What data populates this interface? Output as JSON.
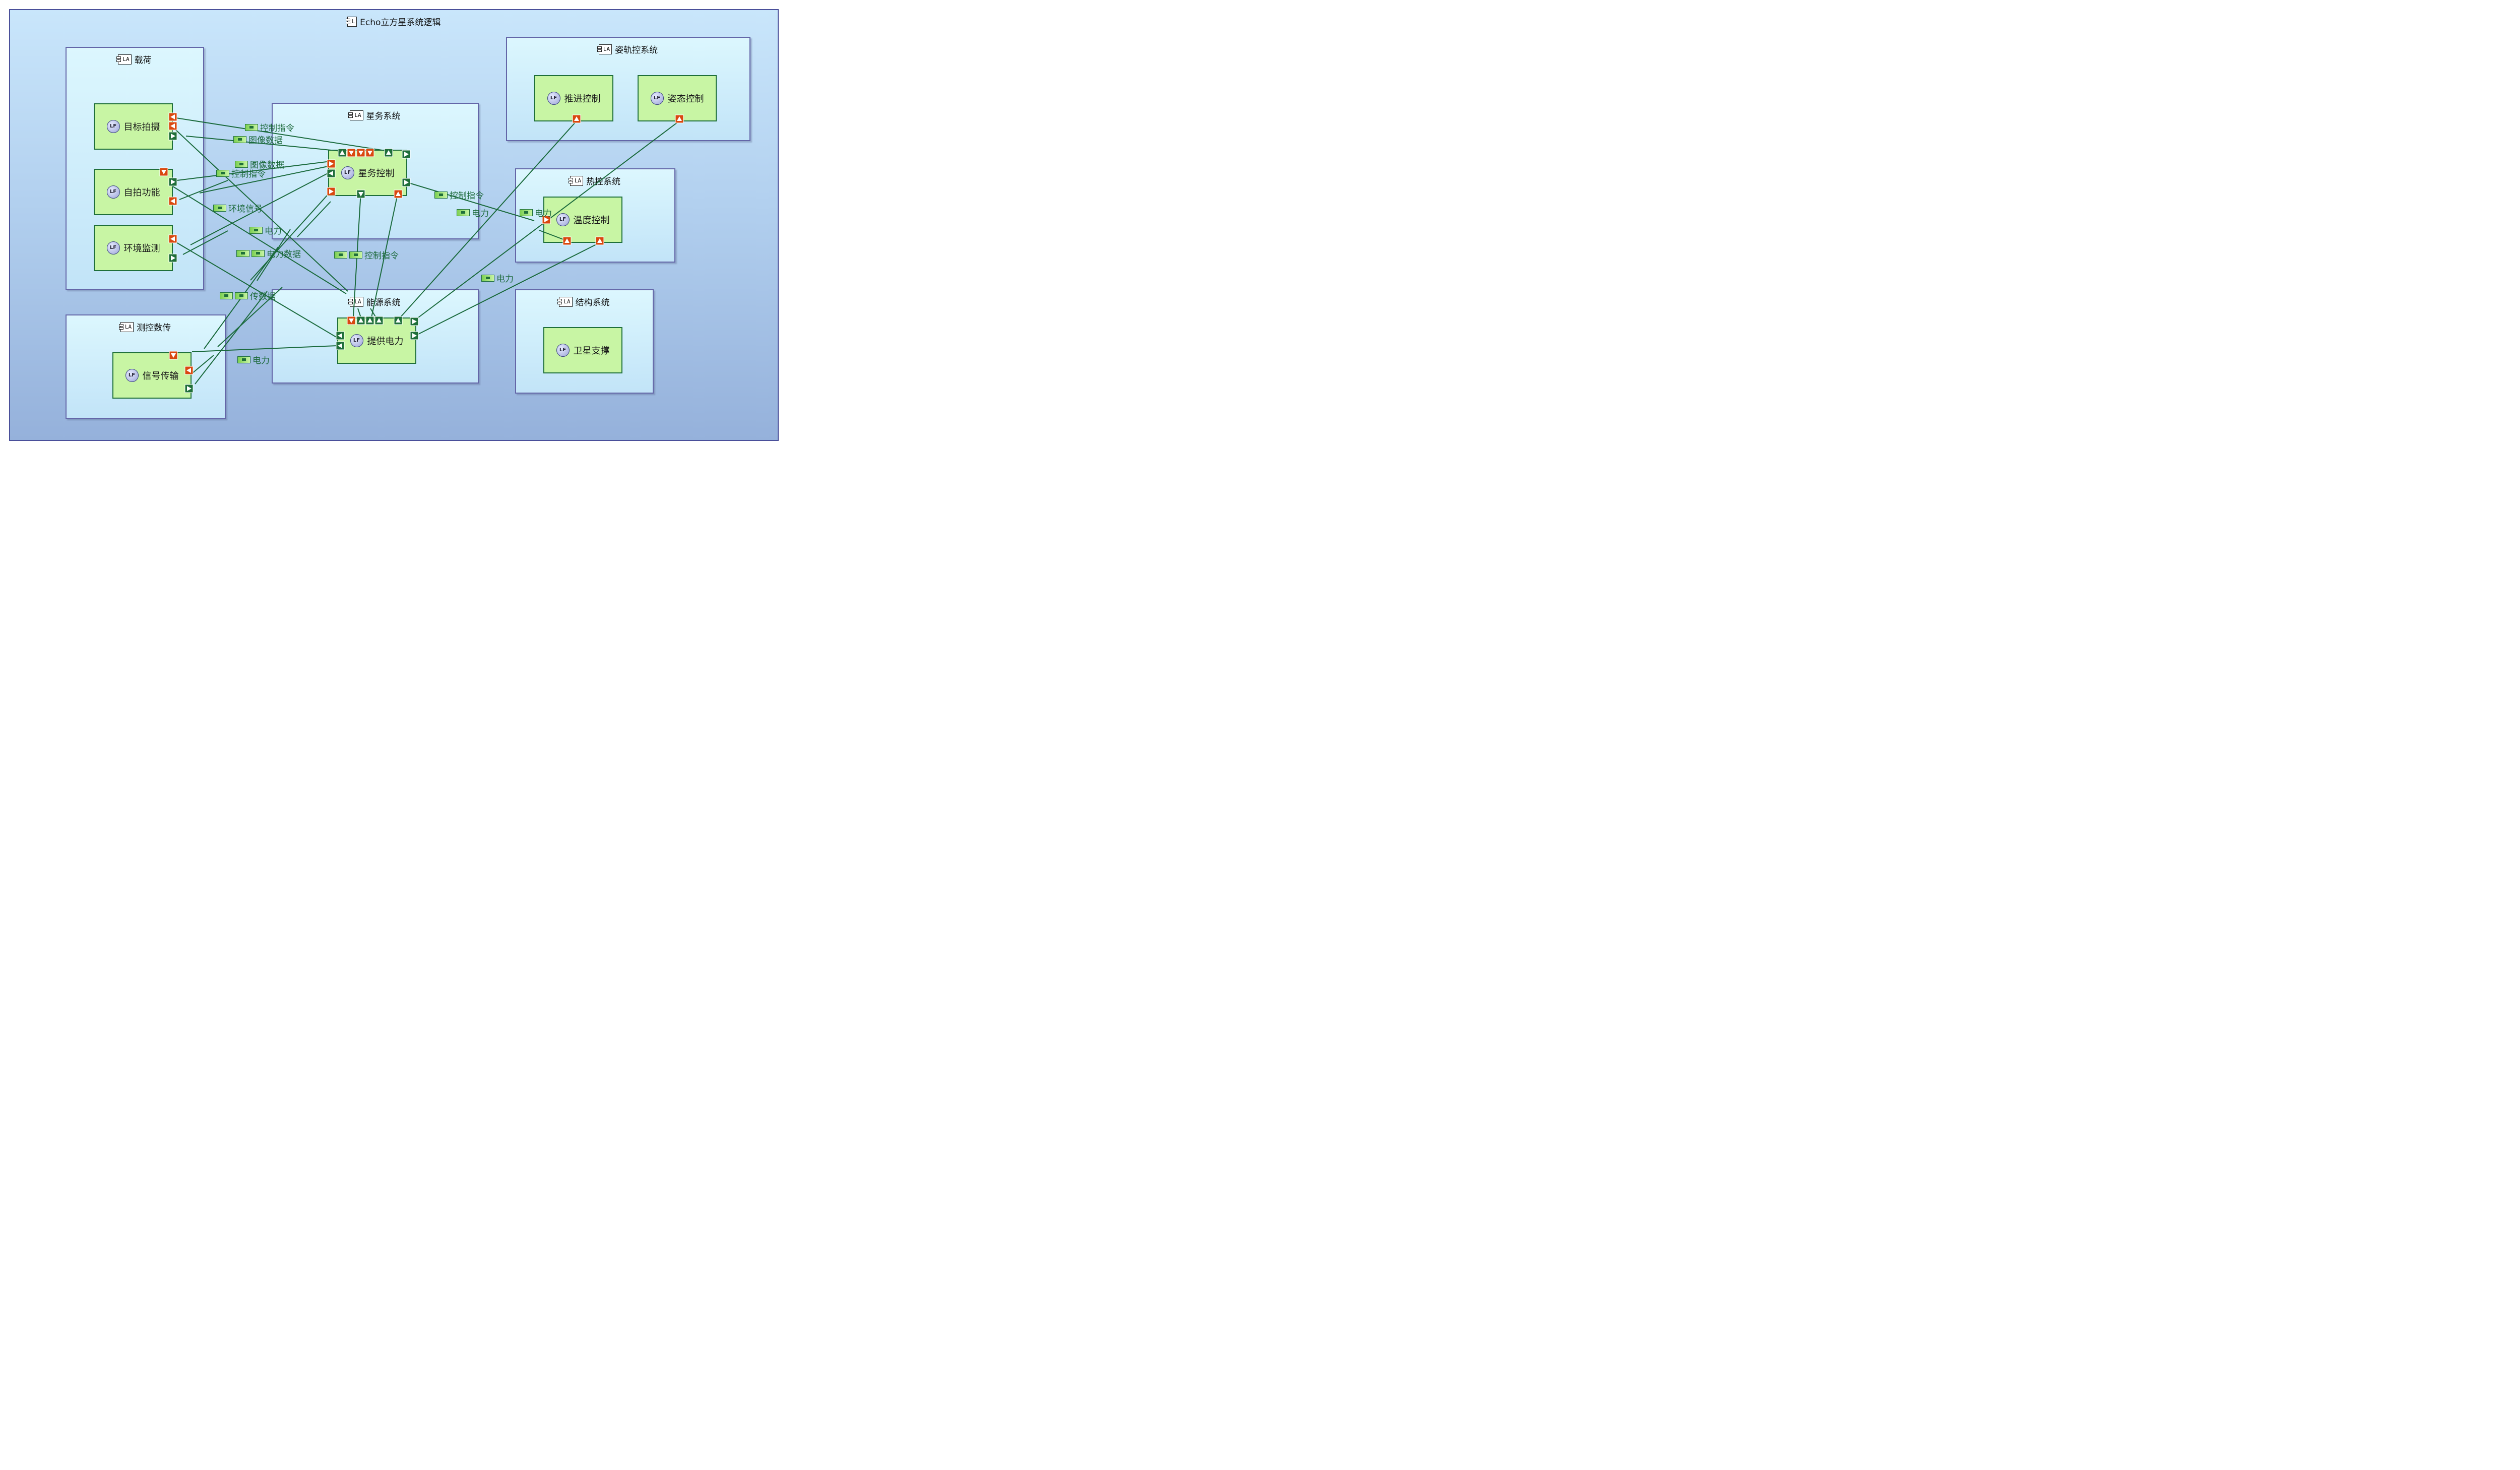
{
  "colors": {
    "root_border": "#4a4f9a",
    "container_border": "#6466a8",
    "function_fill": "#c8f5a4",
    "function_border": "#1f6f3a",
    "link": "#1a6a3c",
    "port_in": "#d9480f",
    "port_out": "#1f6f3a"
  },
  "diagram": {
    "title": "Echo立方星系统逻辑",
    "title_icon": "L",
    "container_icon": "LA",
    "function_icon": "LF"
  },
  "containers": {
    "payload": {
      "title": "载荷"
    },
    "obdh": {
      "title": "星务系统"
    },
    "adcs": {
      "title": "姿轨控系统"
    },
    "thermal": {
      "title": "热控系统"
    },
    "power": {
      "title": "能源系统"
    },
    "structure": {
      "title": "结构系统"
    },
    "ttc": {
      "title": "测控数传"
    }
  },
  "functions": {
    "target_shoot": "目标拍摄",
    "selfie": "自拍功能",
    "env_monitor": "环境监测",
    "obdh_control": "星务控制",
    "propulsion": "推进控制",
    "attitude": "姿态控制",
    "temp_control": "温度控制",
    "provide_power": "提供电力",
    "sat_support": "卫星支撑",
    "signal_tx": "信号传输"
  },
  "exchange_labels": {
    "ctrl_cmd": "控制指令",
    "image_data": "图像数据",
    "env_signal": "环境信号",
    "power": "电力",
    "overlap_1": "电力数据",
    "overlap_2": "控制指令",
    "overlap_3": "电力",
    "overlap_4": "传数据"
  }
}
